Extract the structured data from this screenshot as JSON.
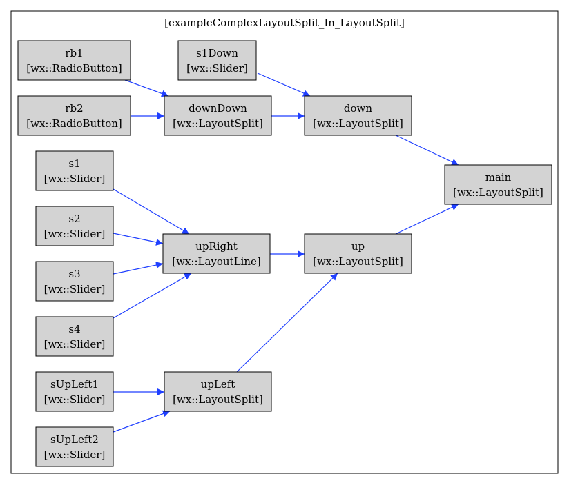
{
  "cluster": {
    "label": "[exampleComplexLayoutSplit_In_LayoutSplit]"
  },
  "colors": {
    "node_fill": "#d3d3d3",
    "edge": "#1f3fff",
    "border": "#000000"
  },
  "nodes": {
    "rb1": {
      "name": "rb1",
      "type": "[wx::RadioButton]"
    },
    "rb2": {
      "name": "rb2",
      "type": "[wx::RadioButton]"
    },
    "s1Down": {
      "name": "s1Down",
      "type": "[wx::Slider]"
    },
    "downDown": {
      "name": "downDown",
      "type": "[wx::LayoutSplit]"
    },
    "down": {
      "name": "down",
      "type": "[wx::LayoutSplit]"
    },
    "main": {
      "name": "main",
      "type": "[wx::LayoutSplit]"
    },
    "s1": {
      "name": "s1",
      "type": "[wx::Slider]"
    },
    "s2": {
      "name": "s2",
      "type": "[wx::Slider]"
    },
    "s3": {
      "name": "s3",
      "type": "[wx::Slider]"
    },
    "s4": {
      "name": "s4",
      "type": "[wx::Slider]"
    },
    "upRight": {
      "name": "upRight",
      "type": "[wx::LayoutLine]"
    },
    "up": {
      "name": "up",
      "type": "[wx::LayoutSplit]"
    },
    "sUpLeft1": {
      "name": "sUpLeft1",
      "type": "[wx::Slider]"
    },
    "sUpLeft2": {
      "name": "sUpLeft2",
      "type": "[wx::Slider]"
    },
    "upLeft": {
      "name": "upLeft",
      "type": "[wx::LayoutSplit]"
    }
  },
  "edges": [
    {
      "from": "rb1",
      "to": "downDown"
    },
    {
      "from": "rb2",
      "to": "downDown"
    },
    {
      "from": "s1Down",
      "to": "down"
    },
    {
      "from": "downDown",
      "to": "down"
    },
    {
      "from": "down",
      "to": "main"
    },
    {
      "from": "s1",
      "to": "upRight"
    },
    {
      "from": "s2",
      "to": "upRight"
    },
    {
      "from": "s3",
      "to": "upRight"
    },
    {
      "from": "s4",
      "to": "upRight"
    },
    {
      "from": "upRight",
      "to": "up"
    },
    {
      "from": "up",
      "to": "main"
    },
    {
      "from": "sUpLeft1",
      "to": "upLeft"
    },
    {
      "from": "sUpLeft2",
      "to": "upLeft"
    },
    {
      "from": "upLeft",
      "to": "up"
    }
  ]
}
